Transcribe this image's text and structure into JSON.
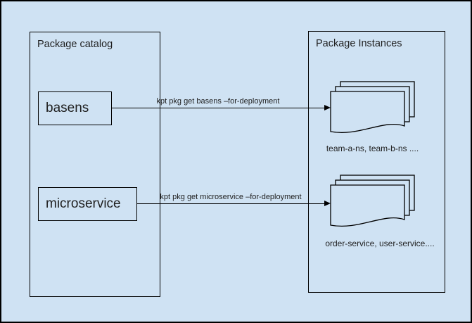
{
  "colors": {
    "background": "#cfe2f3",
    "stroke": "#000000",
    "text": "#1f1f1f"
  },
  "catalog": {
    "title": "Package catalog",
    "packages": [
      {
        "name": "basens"
      },
      {
        "name": "microservice"
      }
    ]
  },
  "instances": {
    "title": "Package Instances",
    "groups": [
      {
        "caption": "team-a-ns, team-b-ns ...."
      },
      {
        "caption": "order-service, user-service...."
      }
    ]
  },
  "arrows": [
    {
      "label": "kpt pkg get basens –for-deployment"
    },
    {
      "label": "kpt pkg get microservice –for-deployment"
    }
  ]
}
